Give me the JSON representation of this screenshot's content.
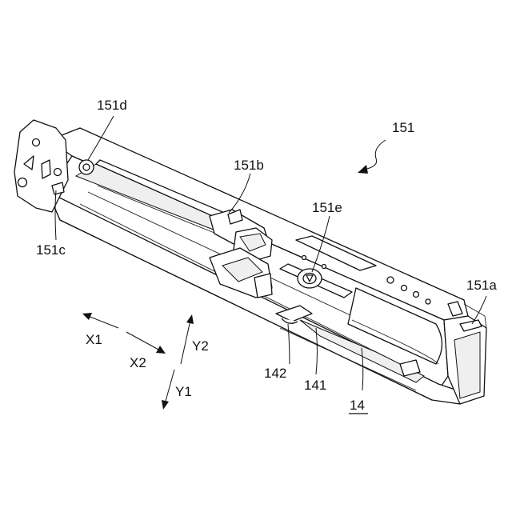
{
  "labels": {
    "part_151": "151",
    "part_151a": "151a",
    "part_151b": "151b",
    "part_151c": "151c",
    "part_151d": "151d",
    "part_151e": "151e",
    "part_14": "14",
    "part_141": "141",
    "part_142": "142"
  },
  "axes": {
    "x1": "X1",
    "x2": "X2",
    "y1": "Y1",
    "y2": "Y2"
  }
}
